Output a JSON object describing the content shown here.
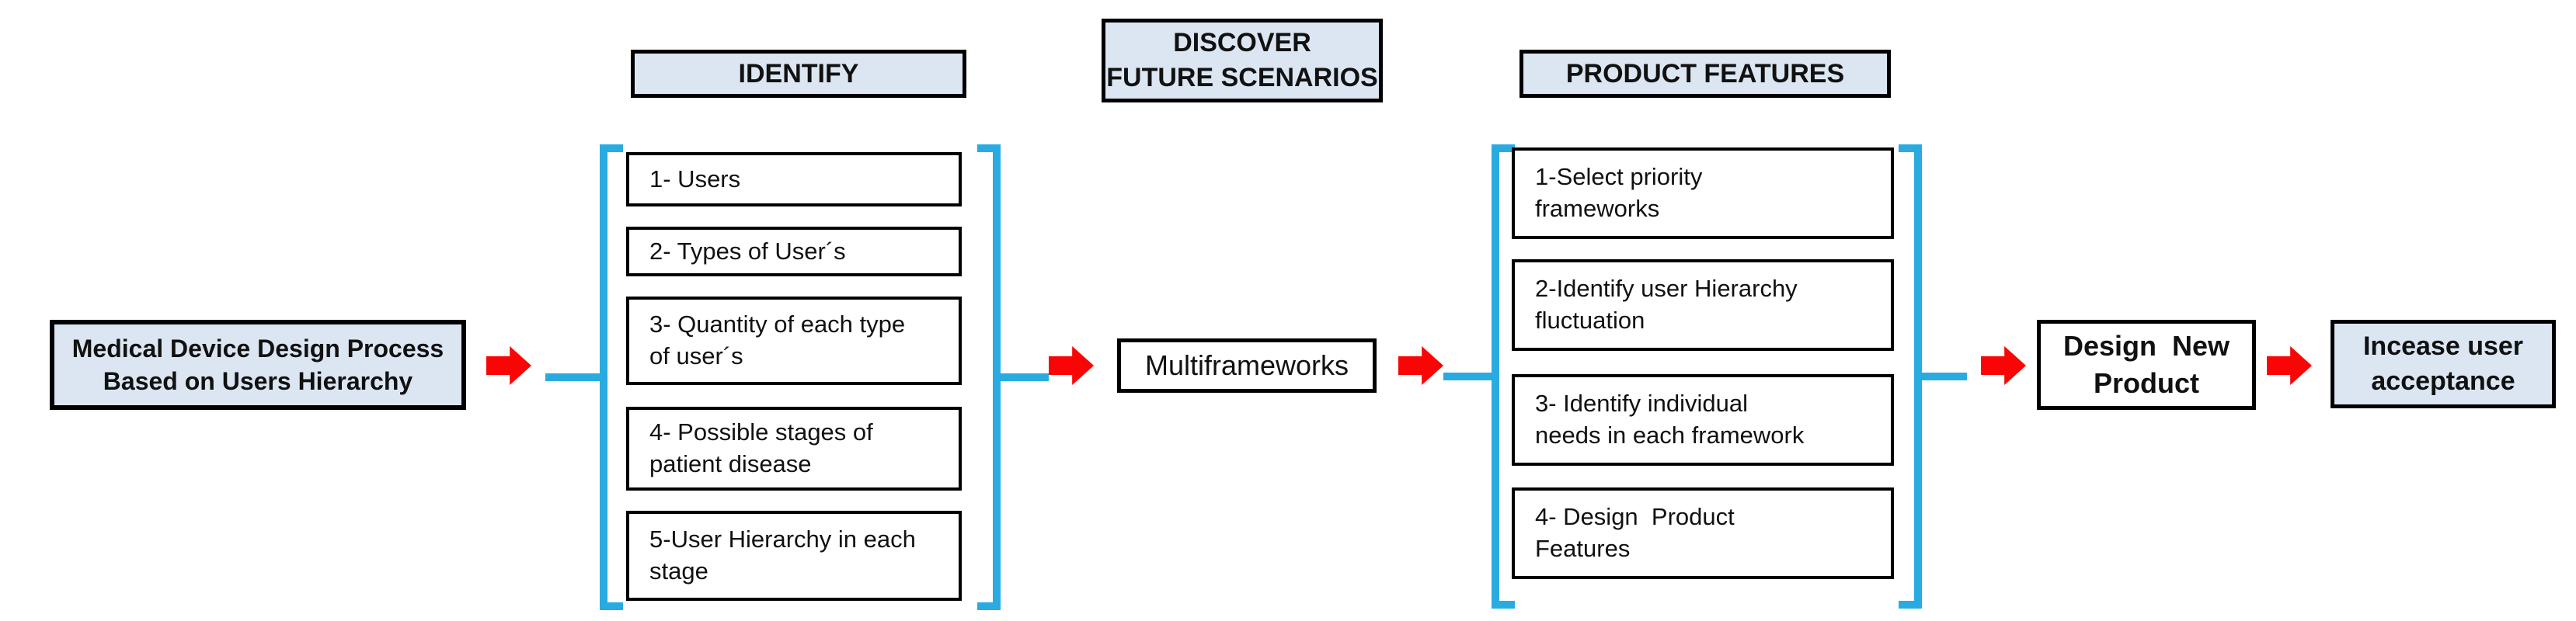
{
  "colors": {
    "fill": "#dbe6f2",
    "arrow": "#fa0505",
    "bracket": "#29abe2",
    "ink": "#000000"
  },
  "start": {
    "lines": [
      "Medical Device Design Process",
      "Based on Users Hierarchy"
    ]
  },
  "identify": {
    "header": "IDENTIFY",
    "items": [
      {
        "lines": [
          "1- Users"
        ]
      },
      {
        "lines": [
          "2- Types of User´s"
        ]
      },
      {
        "lines": [
          "3- Quantity of each type",
          "of user´s"
        ]
      },
      {
        "lines": [
          "4- Possible stages of",
          "patient disease"
        ]
      },
      {
        "lines": [
          "5-User Hierarchy in each",
          "stage"
        ]
      }
    ]
  },
  "discover": {
    "header_lines": [
      "DISCOVER",
      "FUTURE SCENARIOS"
    ],
    "box_label": "Multiframeworks"
  },
  "product_features": {
    "header": "PRODUCT FEATURES",
    "items": [
      {
        "lines": [
          "1-Select priority",
          "frameworks"
        ]
      },
      {
        "lines": [
          "2-Identify user Hierarchy",
          "fluctuation"
        ]
      },
      {
        "lines": [
          "3- Identify individual",
          "needs in each framework"
        ]
      },
      {
        "lines": [
          "4- Design  Product",
          "Features"
        ]
      }
    ]
  },
  "design_new_product": {
    "lines": [
      "Design  New",
      "Product"
    ]
  },
  "outcome": {
    "lines": [
      "Incease user",
      "acceptance"
    ]
  }
}
